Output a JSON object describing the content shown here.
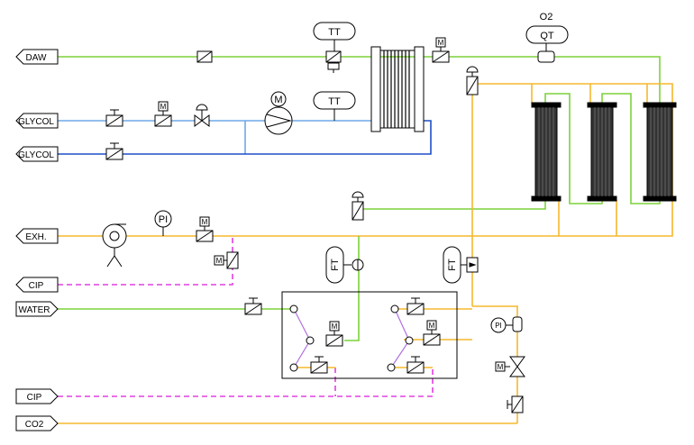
{
  "streams": {
    "daw": "DAW",
    "glycol_supply": "GLYCOL",
    "glycol_return": "GLYCOL",
    "exhaust": "EXH.",
    "cip_top": "CIP",
    "water": "WATER",
    "cip_bottom": "CIP",
    "co2": "CO2"
  },
  "instruments": {
    "tt_upper": "TT",
    "tt_lower": "TT",
    "qt_o2_top": "O2",
    "qt": "QT",
    "pi_exhaust": "PI",
    "ft_left": "FT",
    "ft_right": "FT",
    "pi_co2": "PI",
    "pump_m": "M"
  },
  "colors": {
    "daw_line": "#7dd23a",
    "glycol_light": "#6fa8e8",
    "glycol_dark": "#1e4fc8",
    "exhaust_line": "#f5b82e",
    "cip_line": "#e040e0",
    "water_line": "#7dd23a",
    "co2_line": "#f5b82e",
    "manifold_link": "#b070e0"
  }
}
